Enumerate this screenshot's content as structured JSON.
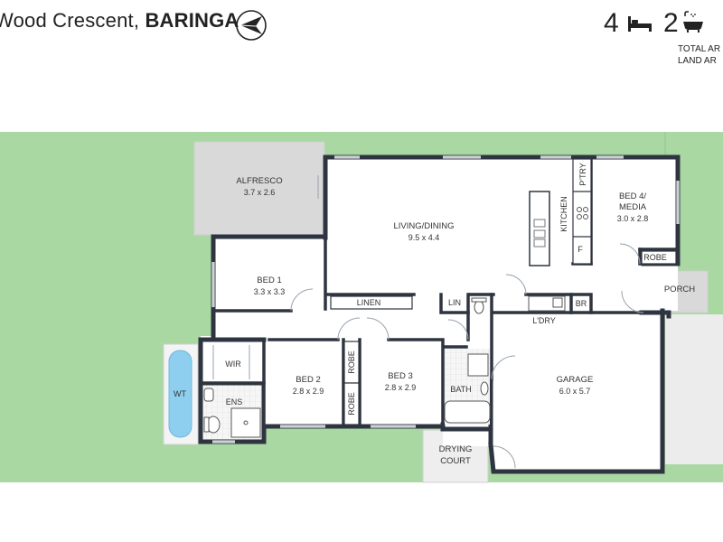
{
  "header": {
    "street": "Wood Crescent, ",
    "suburb": "BARINGA",
    "beds": "4",
    "baths": "2",
    "total_area_label": "TOTAL AR",
    "land_area_label": "LAND AR"
  },
  "icons": {
    "compass": "compass-icon",
    "bed": "bed-icon",
    "bath": "bathtub-icon"
  },
  "colors": {
    "grass": "#a9d8a3",
    "floor": "#ffffff",
    "wall": "#2e3540",
    "outdoor_paving": "#d9d9d9",
    "water": "#8ecff0"
  },
  "rooms": {
    "alfresco": {
      "name": "ALFRESCO",
      "size": "3.7 x 2.6"
    },
    "living": {
      "name": "LIVING/DINING",
      "size": "9.5 x 4.4"
    },
    "kitchen": {
      "name": "KITCHEN"
    },
    "pantry": {
      "name": "P'TRY"
    },
    "fridge": {
      "name": "F"
    },
    "bed4_line1": "BED 4/",
    "bed4_line2": "MEDIA",
    "bed4_size": "3.0 x 2.8",
    "robe4": "ROBE",
    "porch": "PORCH",
    "bed1": {
      "name": "BED 1",
      "size": "3.3 x 3.3"
    },
    "linen": "LINEN",
    "lin": "LIN",
    "br": "BR",
    "laundry": "L'DRY",
    "wir": "WIR",
    "ens": "ENS",
    "wt": "WT",
    "bed2": {
      "name": "BED 2",
      "size": "2.8 x 2.9"
    },
    "robe2a": "ROBE",
    "robe2b": "ROBE",
    "bed3": {
      "name": "BED 3",
      "size": "2.8 x 2.9"
    },
    "bath": "BATH",
    "garage": {
      "name": "GARAGE",
      "size": "6.0 x 5.7"
    },
    "drying_line1": "DRYING",
    "drying_line2": "COURT"
  }
}
